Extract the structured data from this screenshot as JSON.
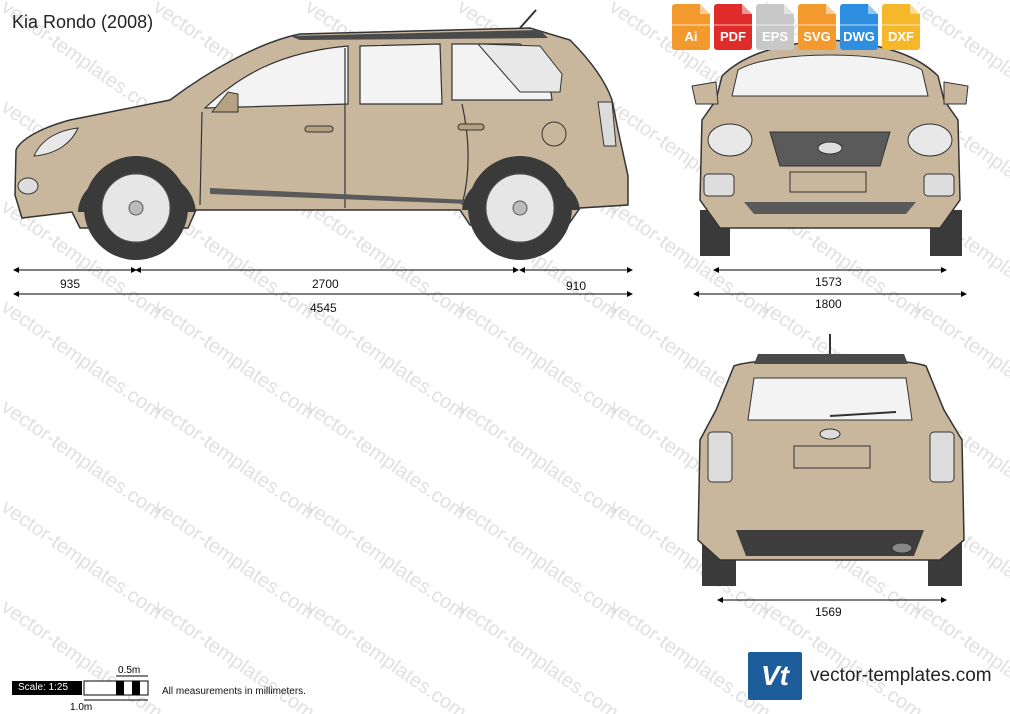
{
  "title": "Kia Rondo (2008)",
  "formats": [
    {
      "label": "Ai",
      "color": "#f29a2e"
    },
    {
      "label": "PDF",
      "color": "#e02b2b"
    },
    {
      "label": "EPS",
      "color": "#c8c8c8"
    },
    {
      "label": "SVG",
      "color": "#f29a2e"
    },
    {
      "label": "DWG",
      "color": "#2e8fe0"
    },
    {
      "label": "DXF",
      "color": "#f5b82a"
    }
  ],
  "dimensions": {
    "front_overhang": "935",
    "wheelbase": "2700",
    "rear_overhang": "910",
    "length": "4545",
    "front_track": "1573",
    "width": "1800",
    "rear_track": "1569"
  },
  "scale": {
    "label": "Scale: 1:25",
    "half_meter": "0.5m",
    "one_meter": "1.0m"
  },
  "footer_note": "All measurements in millimeters.",
  "watermark": "vector-templates.com",
  "brand": {
    "logo": "Vt",
    "name": "vector-templates.com"
  },
  "colors": {
    "body": "#c9b79d",
    "body_shade": "#b5a283",
    "glass": "#f3f3f3",
    "tyre": "#3a3a3a",
    "rim": "#e6e6e6"
  }
}
